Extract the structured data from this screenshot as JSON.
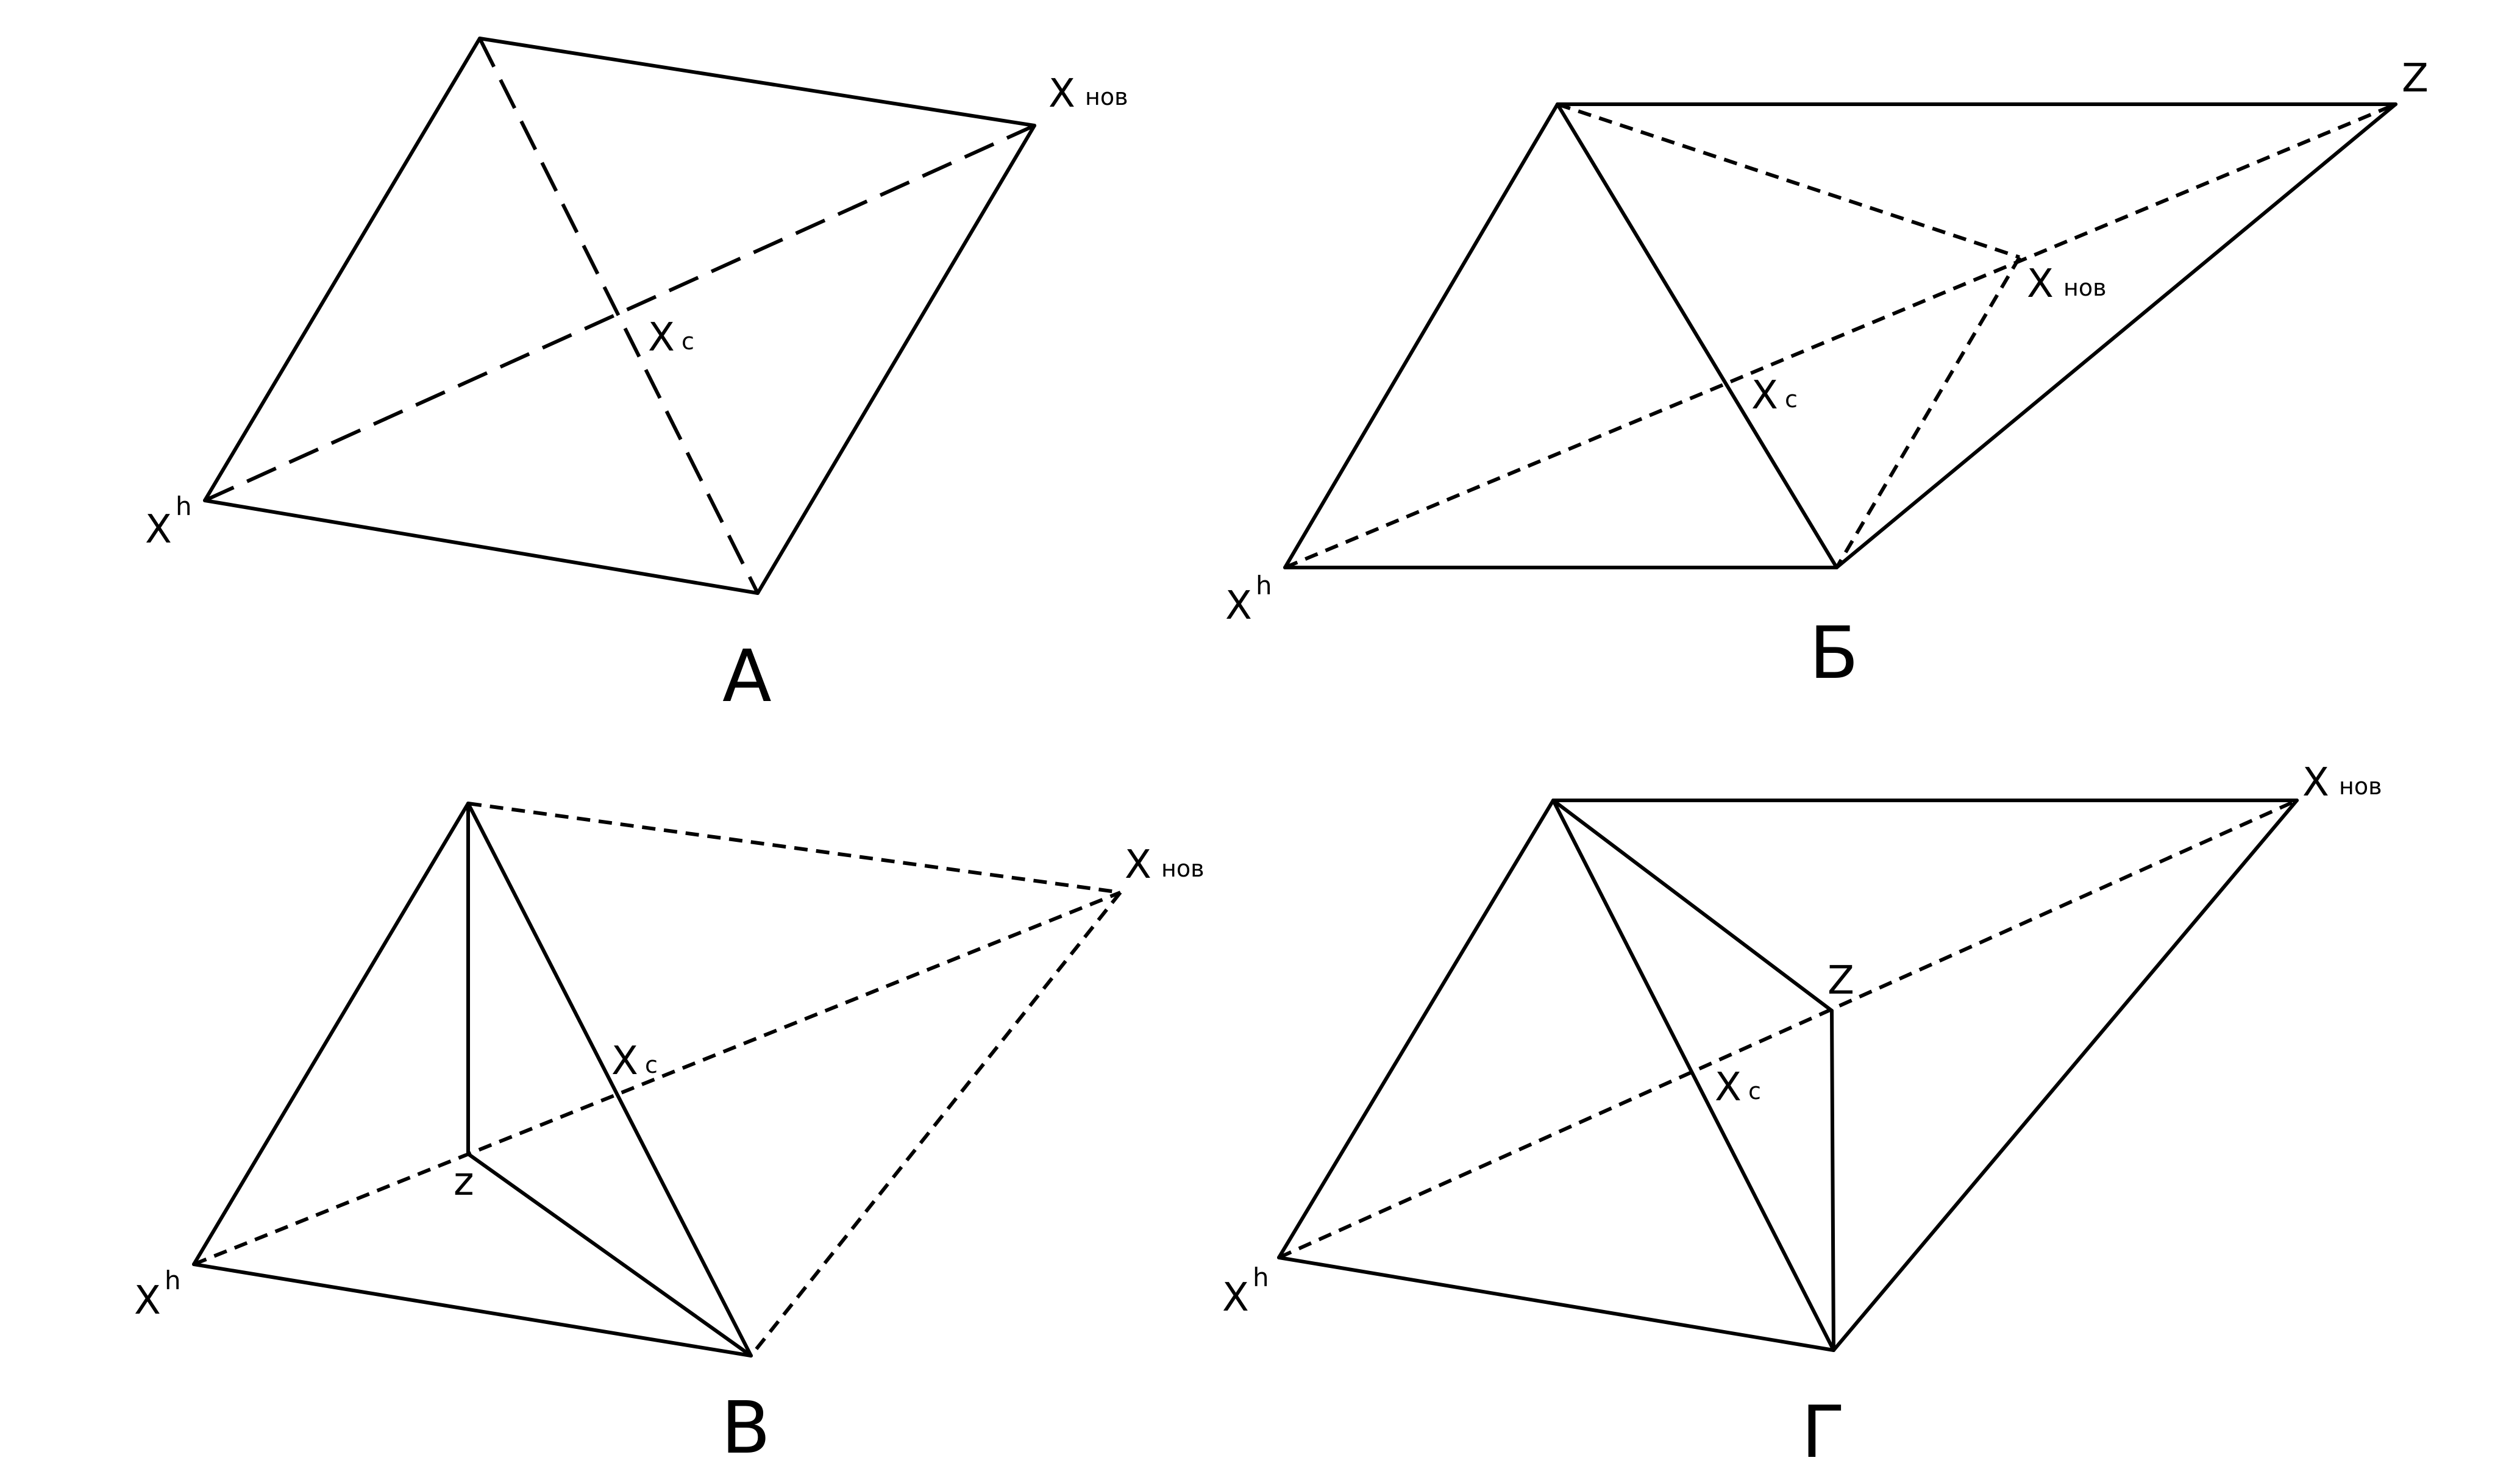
{
  "labels": {
    "x": "X",
    "h": "h",
    "new": "нов",
    "c": "c",
    "z_upper": "Z",
    "z_lower": "z"
  },
  "panels": {
    "a": "А",
    "b": "Б",
    "v": "В",
    "g": "Г"
  }
}
